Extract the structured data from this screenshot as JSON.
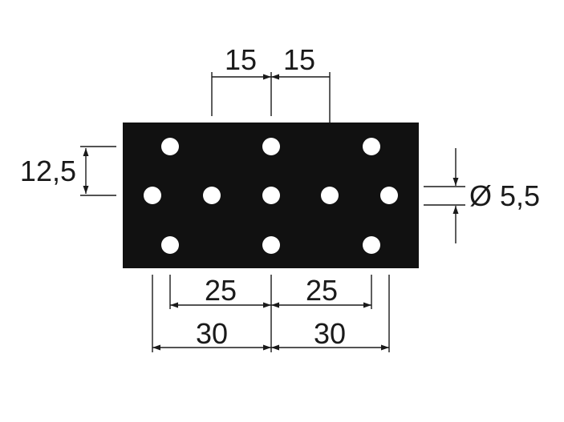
{
  "drawing": {
    "plate_color": "#111111",
    "hole_color": "#ffffff",
    "line_color": "#1a1a1a",
    "hole_rows": [
      3,
      5,
      3
    ]
  },
  "dimensions": {
    "top_pitch_left": "15",
    "top_pitch_right": "15",
    "row_spacing": "12,5",
    "hole_diameter": "Ø 5,5",
    "bottom_inner_left": "25",
    "bottom_inner_right": "25",
    "bottom_outer_left": "30",
    "bottom_outer_right": "30"
  }
}
